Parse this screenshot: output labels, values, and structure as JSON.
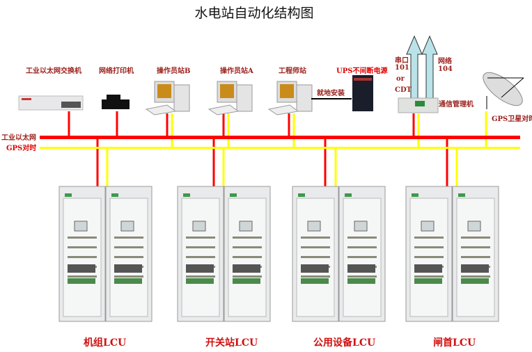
{
  "title": "水电站自动化结构图",
  "bus": {
    "ethernet": "工业以太网",
    "gps": "GPS对时"
  },
  "devices": {
    "switch": "工业以太网交换机",
    "printer": "网络打印机",
    "op_b": "操作员站B",
    "op_a": "操作员站A",
    "engineer": "工程师站",
    "ups": "UPS不间断电源",
    "local_install": "就地安装",
    "comm": "通信管理机",
    "gps_sat": "GPS卫星对时"
  },
  "comm_links": {
    "serial": "串口",
    "serial_proto": "101",
    "or": "or",
    "cdt": "CDT",
    "net": "网络",
    "net_proto": "104"
  },
  "lcus": [
    "机组LCU",
    "开关站LCU",
    "公用设备LCU",
    "闸首LCU"
  ],
  "colors": {
    "ethernet": "#ff0000",
    "gps": "#ffff00"
  }
}
